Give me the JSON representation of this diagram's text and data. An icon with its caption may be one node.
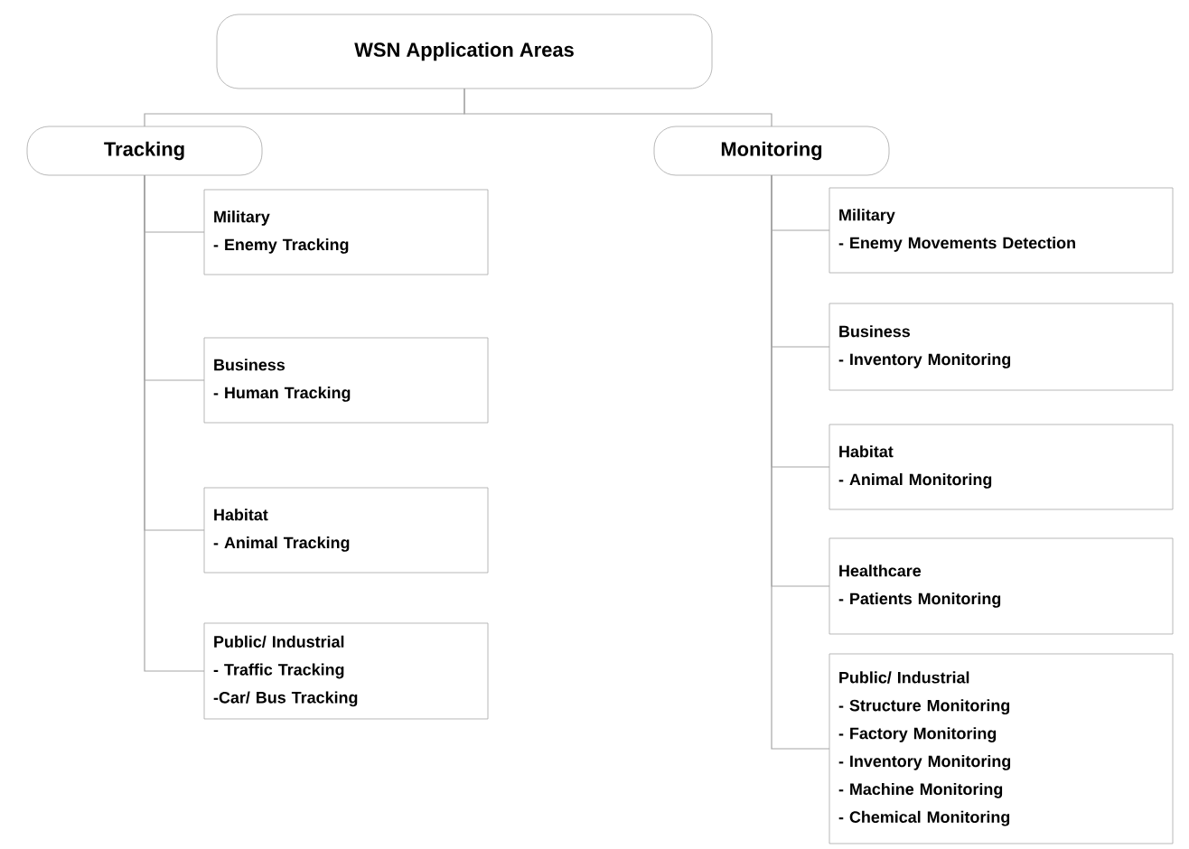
{
  "diagram": {
    "nodes": [
      {
        "text": [
          "WSN Application Areas"
        ]
      },
      {
        "text": [
          "Tracking"
        ]
      },
      {
        "text": [
          "Monitoring"
        ]
      },
      {
        "text": [
          "Military",
          "- Enemy Tracking"
        ]
      },
      {
        "text": [
          "Business",
          "- Human Tracking"
        ]
      },
      {
        "text": [
          "Habitat",
          "- Animal Tracking"
        ]
      },
      {
        "text": [
          "Public/ Industrial",
          "- Traffic Tracking",
          "-Car/ Bus Tracking"
        ]
      },
      {
        "text": [
          "Military",
          "- Enemy Movements Detection"
        ]
      },
      {
        "text": [
          "Business",
          "- Inventory Monitoring"
        ]
      },
      {
        "text": [
          "Habitat",
          "- Animal Monitoring"
        ]
      },
      {
        "text": [
          "Healthcare",
          "- Patients Monitoring"
        ]
      },
      {
        "text": [
          "Public/ Industrial",
          "- Structure Monitoring",
          "- Factory Monitoring",
          "- Inventory Monitoring",
          "- Machine Monitoring",
          "- Chemical Monitoring"
        ]
      }
    ],
    "edges": [
      {
        "from": 0,
        "to": 1,
        "arrow": "none"
      },
      {
        "from": 0,
        "to": 2,
        "arrow": "none"
      },
      {
        "from": 1,
        "to": 3,
        "arrow": "none"
      },
      {
        "from": 1,
        "to": 4,
        "arrow": "none"
      },
      {
        "from": 1,
        "to": 5,
        "arrow": "none"
      },
      {
        "from": 1,
        "to": 6,
        "arrow": "none"
      },
      {
        "from": 2,
        "to": 7,
        "arrow": "none"
      },
      {
        "from": 2,
        "to": 8,
        "arrow": "none"
      },
      {
        "from": 2,
        "to": 9,
        "arrow": "none"
      },
      {
        "from": 2,
        "to": 10,
        "arrow": "none"
      },
      {
        "from": 2,
        "to": 11,
        "arrow": "none"
      }
    ]
  }
}
